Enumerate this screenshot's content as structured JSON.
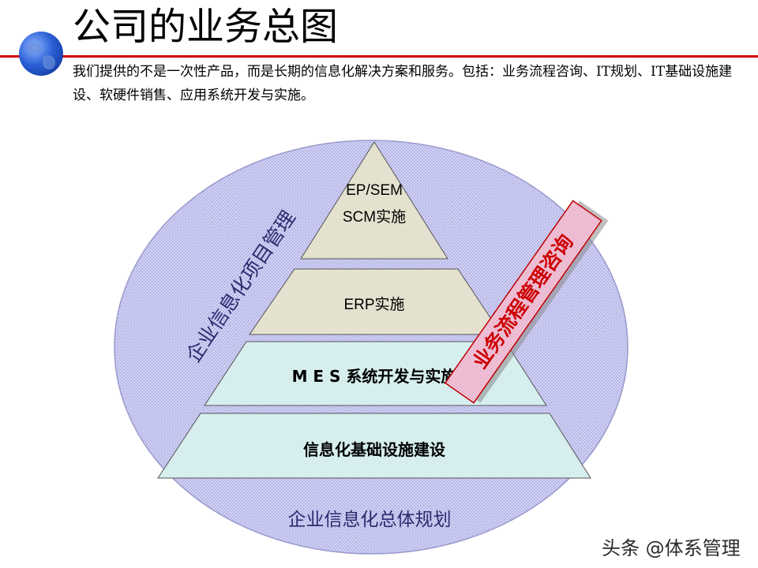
{
  "header": {
    "title": "公司的业务总图",
    "description": "我们提供的不是一次性产品，而是长期的信息化解决方案和服务。包括：业务流程咨询、IT规划、IT基础设施建设、软硬件销售、应用系统开发与实施。"
  },
  "diagram": {
    "left_arc_label": "企业信息化项目管理",
    "bottom_label": "企业信息化总体规划",
    "side_box_label": "业务流程管理咨询",
    "pyramid": {
      "top_line1": "EP/SEM",
      "top_line2": "SCM实施",
      "level2": "ERP实施",
      "level3": "M E S 系统开发与实施",
      "level4": "信息化基础设施建设"
    }
  },
  "watermark": "头条 @体系管理",
  "colors": {
    "accent_red": "#d40000",
    "ellipse_fill": "#c8c8f0",
    "tier_upper_fill": "#e4e2cf",
    "tier_lower_fill": "#d6eeee",
    "side_box_fill": "#f0cddf",
    "side_box_text": "#cc0000"
  }
}
